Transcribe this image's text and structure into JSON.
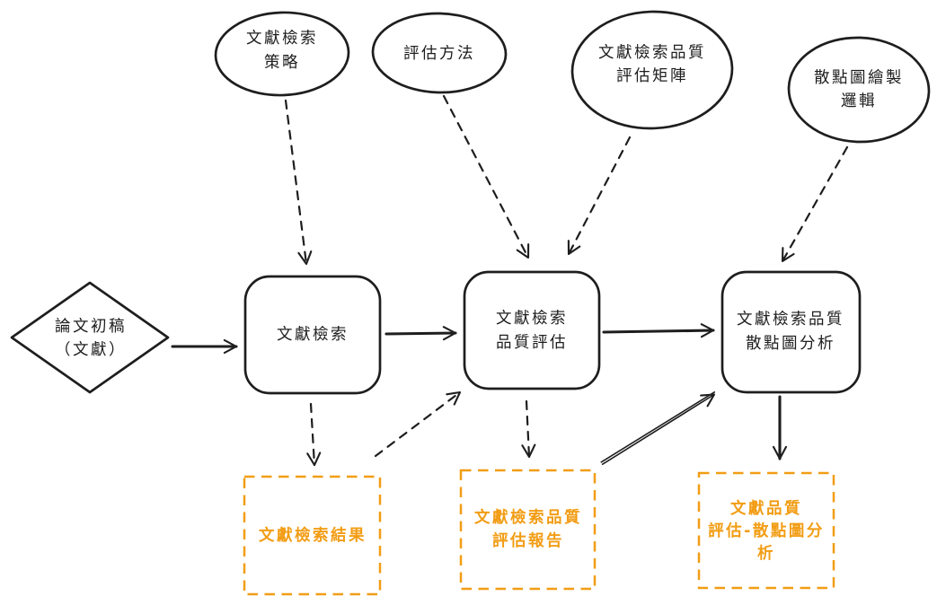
{
  "palette": {
    "ink": "#1e1e1e",
    "accent_orange": "#f29d15",
    "background": "#ffffff"
  },
  "nodes": {
    "inputs": [
      {
        "label": "文獻檢索策略",
        "lines": [
          "文獻檢索",
          "策略"
        ]
      },
      {
        "label": "評估方法",
        "lines": [
          "評估方法"
        ]
      },
      {
        "label": "文獻檢索品質評估矩陣",
        "lines": [
          "文獻檢索品質",
          "評估矩陣"
        ]
      },
      {
        "label": "散點圖繪製邏輯",
        "lines": [
          "散點圖繪製",
          "邏輯"
        ]
      }
    ],
    "start": {
      "label": "論文初稿（文獻）",
      "lines": [
        "論文初稿",
        "（文獻）"
      ]
    },
    "processes": [
      {
        "label": "文獻檢索",
        "lines": [
          "文獻檢索"
        ]
      },
      {
        "label": "文獻檢索品質評估",
        "lines": [
          "文獻檢索",
          "品質評估"
        ]
      },
      {
        "label": "文獻檢索品質散點圖分析",
        "lines": [
          "文獻檢索品質",
          "散點圖分析"
        ]
      }
    ],
    "outputs": [
      {
        "label": "文獻檢索結果",
        "lines": [
          "文獻檢索結果"
        ]
      },
      {
        "label": "文獻檢索品質評估報告",
        "lines": [
          "文獻檢索品質",
          "評估報告"
        ]
      },
      {
        "label": "文獻品質評估-散點圖分析",
        "lines": [
          "文獻品質",
          "評估-散點圖分",
          "析"
        ]
      }
    ]
  },
  "edges": [
    {
      "from": "文獻檢索策略",
      "to": "文獻檢索",
      "style": "dashed"
    },
    {
      "from": "評估方法",
      "to": "文獻檢索品質評估",
      "style": "dashed"
    },
    {
      "from": "文獻檢索品質評估矩陣",
      "to": "文獻檢索品質評估",
      "style": "dashed"
    },
    {
      "from": "散點圖繪製邏輯",
      "to": "文獻檢索品質散點圖分析",
      "style": "dashed"
    },
    {
      "from": "論文初稿（文獻）",
      "to": "文獻檢索",
      "style": "solid"
    },
    {
      "from": "文獻檢索",
      "to": "文獻檢索品質評估",
      "style": "solid"
    },
    {
      "from": "文獻檢索品質評估",
      "to": "文獻檢索品質散點圖分析",
      "style": "solid"
    },
    {
      "from": "文獻檢索",
      "to": "文獻檢索結果",
      "style": "dashed"
    },
    {
      "from": "文獻檢索結果",
      "to": "文獻檢索品質評估",
      "style": "dashed"
    },
    {
      "from": "文獻檢索品質評估",
      "to": "文獻檢索品質評估報告",
      "style": "dashed"
    },
    {
      "from": "文獻檢索品質評估報告",
      "to": "文獻檢索品質散點圖分析",
      "style": "solid-double"
    },
    {
      "from": "文獻檢索品質散點圖分析",
      "to": "文獻品質評估-散點圖分析",
      "style": "solid"
    }
  ]
}
